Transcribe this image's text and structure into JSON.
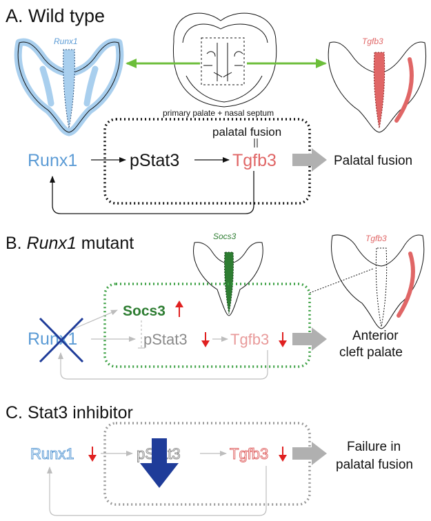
{
  "colors": {
    "runx1_blue": "#5B9BD5",
    "tgfb3_red": "#E06666",
    "socs3_green": "#2E7D32",
    "arrow_green": "#6CBE3A",
    "gray_arrow": "#B0B0B0",
    "red_arrow": "#E02020",
    "inhibitor_arrow": "#1F3C99"
  },
  "panel_a": {
    "title": "A. Wild type",
    "runx1_image_label": "Runx1",
    "tgfb3_image_label": "Tgfb3",
    "box_label": "primary palate + nasal septum",
    "fusion_label": "palatal fusion",
    "node_runx1": "Runx1",
    "node_pstat3": "pStat3",
    "node_tgfb3": "Tgfb3",
    "outcome": "Palatal fusion"
  },
  "panel_b": {
    "title_prefix": "B. ",
    "title_gene": "Runx1",
    "title_suffix": " mutant",
    "socs3_image_label": "Socs3",
    "tgfb3_image_label": "Tgfb3",
    "node_socs3": "Socs3",
    "node_runx1": "Runx1",
    "node_pstat3": "pStat3",
    "node_tgfb3": "Tgfb3",
    "outcome_line1": "Anterior",
    "outcome_line2": "cleft palate"
  },
  "panel_c": {
    "title": "C. Stat3 inhibitor",
    "node_runx1": "Runx1",
    "node_pstat3": "pStat3",
    "node_tgfb3": "Tgfb3",
    "outcome_line1": "Failure in",
    "outcome_line2": "palatal fusion"
  }
}
